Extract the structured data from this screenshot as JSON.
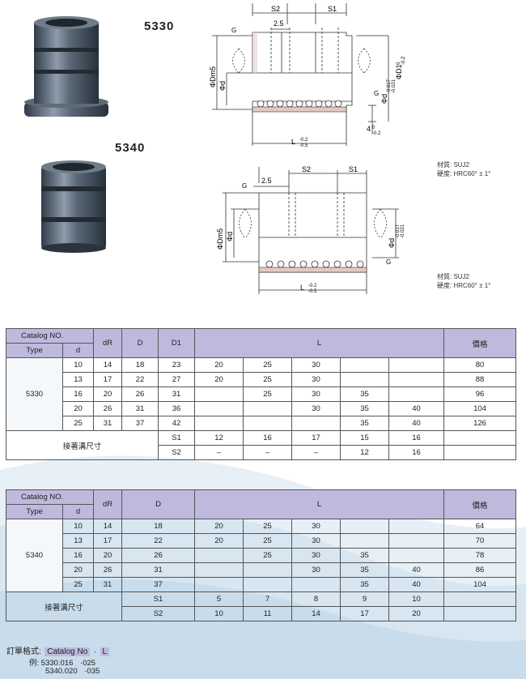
{
  "products": {
    "p5330": {
      "code": "5330"
    },
    "p5340": {
      "code": "5340"
    }
  },
  "drawing1": {
    "s2": "S2",
    "s1": "S1",
    "dim_25": "2.5",
    "g_top": "G",
    "g_bot": "G",
    "odm5": "ΦDm5",
    "od": "Φd",
    "od_tol": "Φd",
    "od_tol_up": "-0.017",
    "od_tol_lo": "-0.021",
    "od1": "ΦD1",
    "od1_tol": "0",
    "od1_tol_lo": "-0.2",
    "l": "L",
    "l_up": "-0.2",
    "l_lo": "-0.5",
    "four": "4",
    "four_up": "0",
    "four_lo": "-0.2"
  },
  "drawing2": {
    "s2": "S2",
    "s1": "S1",
    "dim_25": "2.5",
    "g_top": "G",
    "g_bot": "G",
    "odm5": "ΦDm5",
    "od": "Φd",
    "od_tol": "Φd",
    "od_tol_up": "-0.017",
    "od_tol_lo": "-0.021",
    "l": "L",
    "l_up": "-0.2",
    "l_lo": "-0.5"
  },
  "material1": {
    "line1": "材質: SUJ2",
    "line2": "硬度: HRC60° ± 1°"
  },
  "material2": {
    "line1": "材質: SUJ2",
    "line2": "硬度: HRC60° ± 1°"
  },
  "table1": {
    "catalog": "Catalog NO.",
    "type": "Type",
    "d": "d",
    "dR": "dR",
    "D": "D",
    "D1": "D1",
    "L": "L",
    "price": "價格",
    "model": "5330",
    "rows": [
      {
        "d": "10",
        "dR": "14",
        "D": "18",
        "D1": "23",
        "L": [
          "20",
          "25",
          "30",
          "",
          ""
        ],
        "price": "80"
      },
      {
        "d": "13",
        "dR": "17",
        "D": "22",
        "D1": "27",
        "L": [
          "20",
          "25",
          "30",
          "",
          ""
        ],
        "price": "88"
      },
      {
        "d": "16",
        "dR": "20",
        "D": "26",
        "D1": "31",
        "L": [
          "",
          "25",
          "30",
          "35",
          ""
        ],
        "price": "96"
      },
      {
        "d": "20",
        "dR": "26",
        "D": "31",
        "D1": "36",
        "L": [
          "",
          "",
          "30",
          "35",
          "40"
        ],
        "price": "104"
      },
      {
        "d": "25",
        "dR": "31",
        "D": "37",
        "D1": "42",
        "L": [
          "",
          "",
          "",
          "35",
          "40"
        ],
        "price": "126"
      }
    ],
    "groove_label": "接著溝尺寸",
    "s1_label": "S1",
    "s1": [
      "12",
      "16",
      "17",
      "15",
      "16"
    ],
    "s2_label": "S2",
    "s2": [
      "–",
      "–",
      "–",
      "12",
      "16"
    ]
  },
  "table2": {
    "catalog": "Catalog NO.",
    "type": "Type",
    "d": "d",
    "dR": "dR",
    "D": "D",
    "L": "L",
    "price": "價格",
    "model": "5340",
    "rows": [
      {
        "d": "10",
        "dR": "14",
        "D": "18",
        "L": [
          "20",
          "25",
          "30",
          "",
          ""
        ],
        "price": "64"
      },
      {
        "d": "13",
        "dR": "17",
        "D": "22",
        "L": [
          "20",
          "25",
          "30",
          "",
          ""
        ],
        "price": "70"
      },
      {
        "d": "16",
        "dR": "20",
        "D": "26",
        "L": [
          "",
          "25",
          "30",
          "35",
          ""
        ],
        "price": "78"
      },
      {
        "d": "20",
        "dR": "26",
        "D": "31",
        "L": [
          "",
          "",
          "30",
          "35",
          "40"
        ],
        "price": "86"
      },
      {
        "d": "25",
        "dR": "31",
        "D": "37",
        "L": [
          "",
          "",
          "",
          "35",
          "40"
        ],
        "price": "104"
      }
    ],
    "groove_label": "接著溝尺寸",
    "s1_label": "S1",
    "s1": [
      "5",
      "7",
      "8",
      "9",
      "10"
    ],
    "s2_label": "S2",
    "s2": [
      "10",
      "11",
      "14",
      "17",
      "20"
    ]
  },
  "order": {
    "label": "訂單格式:",
    "catalog_no": "Catalog No",
    "dot": "·",
    "l": "L",
    "ex_label": "例:",
    "ex1_code": "5330.016",
    "ex1_len": "·025",
    "ex2_code": "5340.020",
    "ex2_len": "·035"
  },
  "colors": {
    "header": "#bfb9dd",
    "wave": "#cfe0ee",
    "metal_dark": "#3c4a58",
    "metal_light": "#9aa7b4"
  }
}
